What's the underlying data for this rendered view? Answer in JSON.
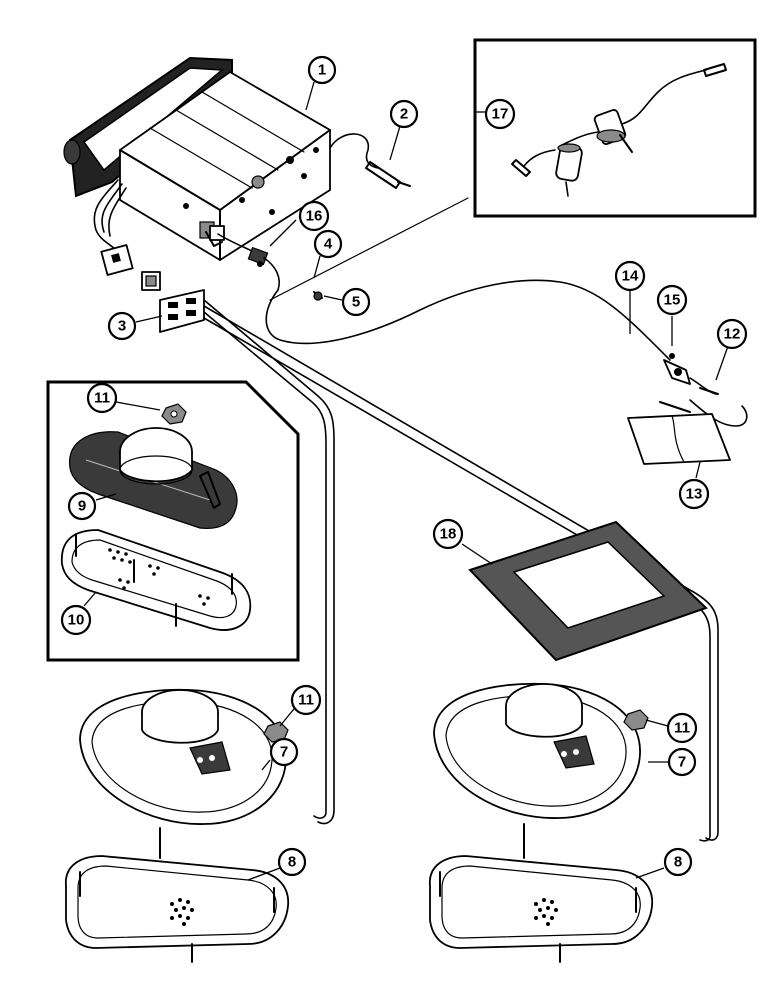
{
  "diagram": {
    "callouts": [
      {
        "id": "c1",
        "label": "1",
        "part": "radio-receiver"
      },
      {
        "id": "c2",
        "label": "2",
        "part": "antenna-lead-plug"
      },
      {
        "id": "c3",
        "label": "3",
        "part": "wiring-connector"
      },
      {
        "id": "c4",
        "label": "4",
        "part": "antenna-mast"
      },
      {
        "id": "c5",
        "label": "5",
        "part": "screw"
      },
      {
        "id": "c7a",
        "label": "7",
        "part": "speaker-left"
      },
      {
        "id": "c7b",
        "label": "7",
        "part": "speaker-right"
      },
      {
        "id": "c8a",
        "label": "8",
        "part": "speaker-grille-left"
      },
      {
        "id": "c8b",
        "label": "8",
        "part": "speaker-grille-right"
      },
      {
        "id": "c9",
        "label": "9",
        "part": "speaker-inset"
      },
      {
        "id": "c10",
        "label": "10",
        "part": "speaker-grille-inset"
      },
      {
        "id": "c11a",
        "label": "11",
        "part": "nut-inset"
      },
      {
        "id": "c11b",
        "label": "11",
        "part": "nut-left"
      },
      {
        "id": "c11c",
        "label": "11",
        "part": "nut-right"
      },
      {
        "id": "c12",
        "label": "12",
        "part": "antenna-cable-plug"
      },
      {
        "id": "c13",
        "label": "13",
        "part": "adhesive-pad"
      },
      {
        "id": "c14",
        "label": "14",
        "part": "antenna-cable"
      },
      {
        "id": "c15",
        "label": "15",
        "part": "ground-screw"
      },
      {
        "id": "c16",
        "label": "16",
        "part": "ground-clip"
      },
      {
        "id": "c17",
        "label": "17",
        "part": "antenna-assembly-inset"
      },
      {
        "id": "c18",
        "label": "18",
        "part": "speaker-gasket"
      }
    ]
  }
}
